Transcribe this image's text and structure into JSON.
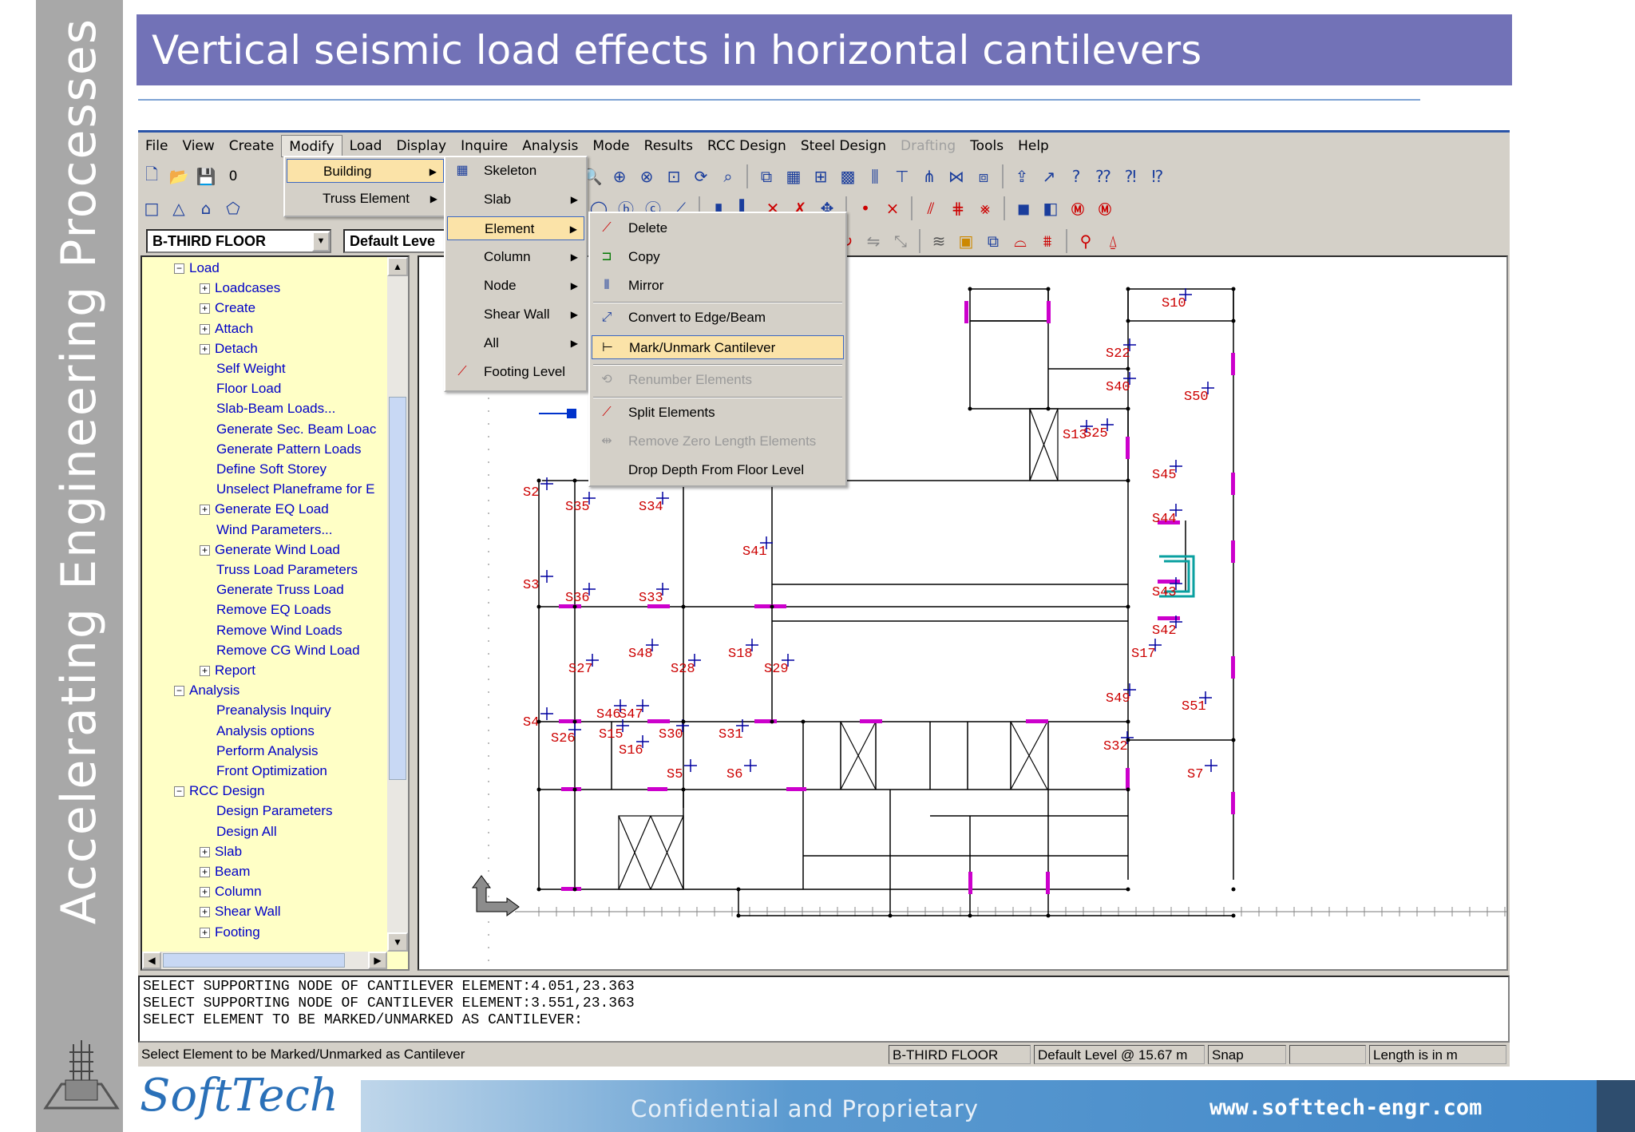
{
  "slide": {
    "title": "Vertical seismic load effects in horizontal cantilevers",
    "sidebar_text": "Accelerating Engineering Processes",
    "logo": "SoftTech",
    "confidential": "Confidential and Proprietary",
    "url": "www.softtech-engr.com"
  },
  "menubar": [
    "File",
    "View",
    "Create",
    "Modify",
    "Load",
    "Display",
    "Inquire",
    "Analysis",
    "Mode",
    "Results",
    "RCC Design",
    "Steel Design",
    "Drafting",
    "Tools",
    "Help"
  ],
  "toolbar": {
    "zero_label": "0"
  },
  "combos": {
    "floor": "B-THIRD FLOOR",
    "level": "Default Leve"
  },
  "modify_menu": [
    {
      "label": "Building"
    },
    {
      "label": "Truss Element"
    }
  ],
  "building_menu": [
    {
      "label": "Skeleton",
      "icon": "grid-icon"
    },
    {
      "label": "Slab"
    },
    {
      "label": "Element"
    },
    {
      "label": "Column"
    },
    {
      "label": "Node"
    },
    {
      "label": "Shear Wall"
    },
    {
      "label": "All"
    },
    {
      "label": "Footing Level",
      "icon": "footing-icon"
    }
  ],
  "element_menu": [
    {
      "label": "Delete",
      "icon": "delete-icon"
    },
    {
      "label": "Copy",
      "icon": "copy-icon"
    },
    {
      "label": "Mirror",
      "icon": "mirror-icon"
    },
    {
      "label": "Convert to Edge/Beam",
      "icon": "convert-icon"
    },
    {
      "label": "Mark/Unmark Cantilever",
      "icon": "cantilever-icon"
    },
    {
      "label": "Renumber Elements",
      "icon": "renumber-icon"
    },
    {
      "label": "Split Elements",
      "icon": "split-icon"
    },
    {
      "label": "Remove Zero Length Elements",
      "icon": "remove-zero-icon"
    },
    {
      "label": "Drop Depth From Floor Level",
      "icon": "drop-depth-icon"
    }
  ],
  "tree": [
    {
      "label": "Load",
      "indent": 0,
      "pm": "-"
    },
    {
      "label": "Loadcases",
      "indent": 1,
      "pm": "+"
    },
    {
      "label": "Create",
      "indent": 1,
      "pm": "+"
    },
    {
      "label": "Attach",
      "indent": 1,
      "pm": "+"
    },
    {
      "label": "Detach",
      "indent": 1,
      "pm": "+"
    },
    {
      "label": "Self Weight",
      "indent": 1
    },
    {
      "label": "Floor Load",
      "indent": 1
    },
    {
      "label": "Slab-Beam Loads...",
      "indent": 1
    },
    {
      "label": "Generate Sec. Beam Loac",
      "indent": 1
    },
    {
      "label": "Generate Pattern Loads",
      "indent": 1
    },
    {
      "label": "Define Soft Storey",
      "indent": 1
    },
    {
      "label": "Unselect Planeframe for E",
      "indent": 1
    },
    {
      "label": "Generate EQ Load",
      "indent": 1,
      "pm": "+"
    },
    {
      "label": "Wind Parameters...",
      "indent": 1
    },
    {
      "label": "Generate Wind Load",
      "indent": 1,
      "pm": "+"
    },
    {
      "label": "Truss Load Parameters",
      "indent": 1
    },
    {
      "label": "Generate Truss Load",
      "indent": 1
    },
    {
      "label": "Remove EQ Loads",
      "indent": 1
    },
    {
      "label": "Remove Wind Loads",
      "indent": 1
    },
    {
      "label": "Remove CG Wind Load",
      "indent": 1
    },
    {
      "label": "Report",
      "indent": 1,
      "pm": "+"
    },
    {
      "label": "Analysis",
      "indent": 0,
      "pm": "-"
    },
    {
      "label": "Preanalysis Inquiry",
      "indent": 1
    },
    {
      "label": "Analysis options",
      "indent": 1
    },
    {
      "label": "Perform Analysis",
      "indent": 1
    },
    {
      "label": "Front Optimization",
      "indent": 1
    },
    {
      "label": "RCC Design",
      "indent": 0,
      "pm": "-"
    },
    {
      "label": "Design Parameters",
      "indent": 1
    },
    {
      "label": "Design All",
      "indent": 1
    },
    {
      "label": "Slab",
      "indent": 1,
      "pm": "+"
    },
    {
      "label": "Beam",
      "indent": 1,
      "pm": "+"
    },
    {
      "label": "Column",
      "indent": 1,
      "pm": "+"
    },
    {
      "label": "Shear Wall",
      "indent": 1,
      "pm": "+"
    },
    {
      "label": "Footing",
      "indent": 1,
      "pm": "+"
    }
  ],
  "slab_labels": [
    "S10",
    "S22",
    "S40",
    "S50",
    "S13",
    "S25",
    "S45",
    "S2",
    "S35",
    "S34",
    "S44",
    "S41",
    "S3",
    "S36",
    "S33",
    "S43",
    "S42",
    "S48",
    "S18",
    "S17",
    "S27",
    "S28",
    "S29",
    "S49",
    "S51",
    "S4",
    "S46",
    "S47",
    "S26",
    "S30",
    "S31",
    "S15",
    "S16",
    "S32",
    "S5",
    "S6",
    "S7"
  ],
  "console": [
    "SELECT SUPPORTING NODE OF CANTILEVER ELEMENT:4.051,23.363",
    "SELECT SUPPORTING NODE OF CANTILEVER ELEMENT:3.551,23.363",
    "SELECT ELEMENT TO BE MARKED/UNMARKED AS CANTILEVER:"
  ],
  "status": {
    "message": "Select Element to be Marked/Unmarked as Cantilever",
    "floor": "B-THIRD FLOOR",
    "level": "Default Level @ 15.67 m",
    "snap": "Snap",
    "blank": "",
    "units": "Length is in m"
  },
  "colors": {
    "title_bar": "#7272b7",
    "slab_label": "#cc0000",
    "beam_marker": "#cc00cc",
    "tree_text": "#0000c8",
    "menu_highlight": "#fbe3a8"
  }
}
